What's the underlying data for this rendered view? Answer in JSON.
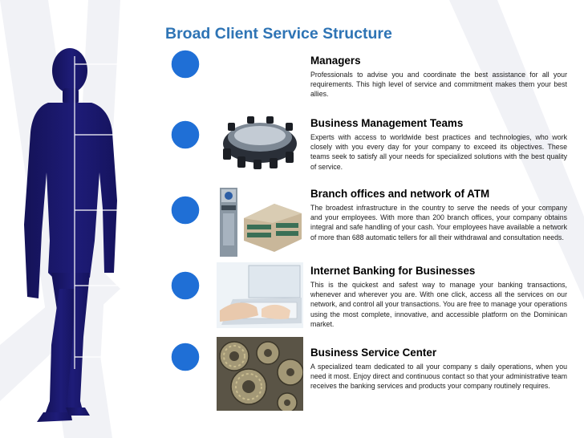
{
  "page": {
    "title": "Broad Client Service Structure"
  },
  "colors": {
    "title": "#2e74b5",
    "silhouette": "#1c1a6e",
    "circle": "#1f6fd6",
    "connector": "#ffffff"
  },
  "icons": [
    "person-silhouette-icon",
    "conference-table-icon",
    "bank-building-icon",
    "laptop-typing-icon",
    "gears-icon"
  ],
  "sections": [
    {
      "title": "Managers",
      "body": "Professionals to advise you and coordinate the best assistance for all your requirements.  This high level of service and commitment makes them your best allies."
    },
    {
      "title": "Business Management Teams",
      "body": "Experts with access to worldwide best practices and technologies, who work closely with you every day for your company to exceed its objectives.  These teams seek to satisfy all your needs for specialized solutions with the best quality of service."
    },
    {
      "title": "Branch offices and network of ATM",
      "body": "The broadest infrastructure in the country to serve the needs of your company and your employees.  With more than 200 branch offices, your company obtains integral and safe handling of your cash.  Your employees have available a network of more than 688 automatic tellers for all their withdrawal and consultation needs."
    },
    {
      "title": "Internet Banking for Businesses",
      "body": "This is the quickest and safest way to manage your banking transactions, whenever and wherever you are.  With one click, access all the services on our network, and control all your transactions.  You are free to manage your operations using the most complete, innovative, and accessible platform on the Dominican market."
    },
    {
      "title": "Business Service Center",
      "body": "A specialized team dedicated to all your company s daily operations, when you need it most.  Enjoy direct and continuous contact so that your administrative team receives the banking services and products your company routinely requires."
    }
  ]
}
